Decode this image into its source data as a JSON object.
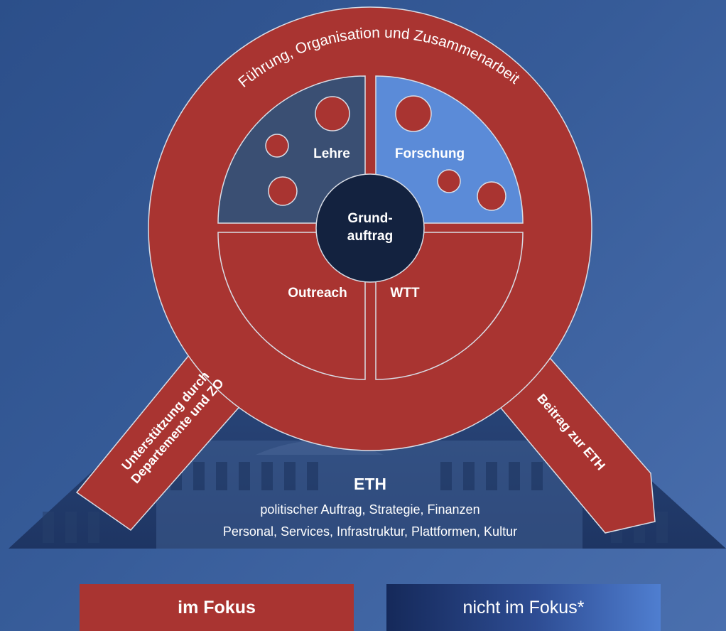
{
  "outer_ring": {
    "label": "Führung, Organisation und Zusammenarbeit"
  },
  "segments": {
    "lehre": "Lehre",
    "forschung": "Forschung",
    "outreach": "Outreach",
    "wtt": "WTT"
  },
  "center": {
    "line1": "Grund-",
    "line2": "auftrag"
  },
  "arrows": {
    "left_line1": "Unterstützung durch",
    "left_line2": "Departemente und ZO",
    "right": "Beitrag zur ETH"
  },
  "base": {
    "title": "ETH",
    "line1": "politischer Auftrag, Strategie, Finanzen",
    "line2": "Personal, Services, Infrastruktur, Plattformen, Kultur"
  },
  "legend": {
    "focus": "im Fokus",
    "not_focus": "nicht im Fokus*"
  },
  "colors": {
    "red": "#a93431",
    "dark_navy": "#3a4f73",
    "light_blue": "#5b8bd8",
    "center_navy": "#13223f",
    "background": "#2c4f8a"
  }
}
